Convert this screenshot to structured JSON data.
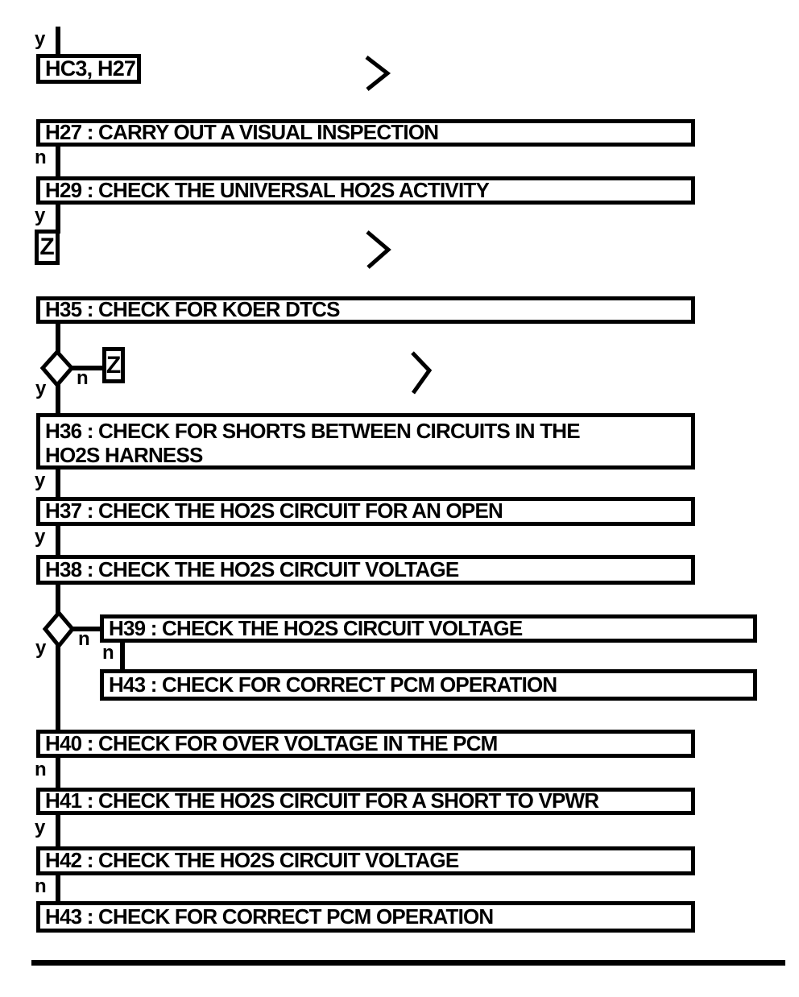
{
  "page": {
    "background": "#ffffff",
    "ink": "#000000"
  },
  "flowchart": {
    "branch_labels": {
      "yes": "y",
      "no": "n"
    },
    "connector": {
      "z": "Z"
    },
    "nodes": {
      "entry": "HC3, H27",
      "h27": "H27 : CARRY OUT A VISUAL INSPECTION",
      "h29": "H29 : CHECK THE UNIVERSAL HO2S ACTIVITY",
      "h35": "H35 : CHECK FOR KOER DTCS",
      "h36": "H36 : CHECK FOR SHORTS BETWEEN CIRCUITS IN THE\nHO2S HARNESS",
      "h37": "H37 : CHECK THE HO2S CIRCUIT FOR AN OPEN",
      "h38": "H38 : CHECK THE HO2S CIRCUIT VOLTAGE",
      "h39": "H39 : CHECK THE HO2S CIRCUIT VOLTAGE",
      "h43_branch": "H43 : CHECK FOR CORRECT PCM OPERATION",
      "h40": "H40 : CHECK FOR OVER VOLTAGE IN THE PCM",
      "h41": "H41 : CHECK THE HO2S CIRCUIT FOR A SHORT TO VPWR",
      "h42": "H42 : CHECK THE HO2S CIRCUIT VOLTAGE",
      "h43_end": "H43 : CHECK FOR CORRECT PCM OPERATION"
    }
  }
}
